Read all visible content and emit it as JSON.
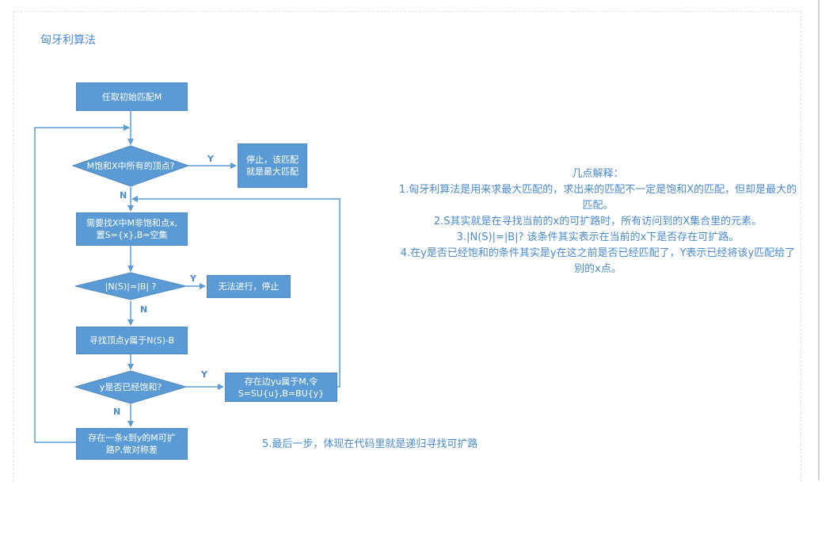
{
  "title": "匈牙利算法",
  "flowchart": {
    "start": "任取初始匹配M",
    "decision1": "M饱和X中所有的顶点?",
    "stop_box": [
      "停止，该匹配",
      "就是最大匹配"
    ],
    "step2": [
      "需要找X中M非饱和点x,",
      "置S={x},B=空集"
    ],
    "decision2": "|N(S)|=|B| ?",
    "no_progress_box": "无法进行，停止",
    "step3": "寻找顶点y属于N(S)-B",
    "decision3": "y是否已经饱和?",
    "edge_box": [
      "存在边yu属于M,令",
      "S=SU{u},B=BU{y}"
    ],
    "path_box": [
      "存在一条x到y的M可扩",
      "路P,做对称差"
    ],
    "labels": {
      "y1": "Y",
      "n1": "N",
      "y2": "Y",
      "n2": "N",
      "y3": "Y",
      "n3": "N"
    }
  },
  "notes": {
    "heading": "几点解释：",
    "note1": "1.匈牙利算法是用来求最大匹配的，求出来的匹配不一定是饱和X的匹配，但却是最大的匹配。",
    "note2": "2.S其实就是在寻找当前的x的可扩路时，所有访问到的X集合里的元素。",
    "note3": "3.|N(S)|=|B|? 该条件其实表示在当前的x下是否存在可扩路。",
    "note4": "4.在y是否已经饱和的条件其实是y在这之前是否已经匹配了，Y表示已经将该y匹配给了别的x点。",
    "note5": "5.最后一步，体现在代码里就是递归寻找可扩路"
  },
  "colors": {
    "node_fill": "#5b9bd5",
    "line": "#5b9bd5",
    "text_accent": "#4a8bd0"
  }
}
